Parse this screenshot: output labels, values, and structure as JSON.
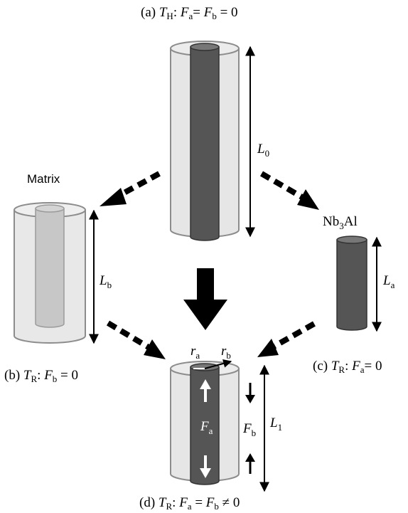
{
  "colors": {
    "matrix_fill": "#e6e6e6",
    "matrix_stroke": "#8c8c8c",
    "filament_fill": "#555555",
    "filament_light": "#c7c7c7",
    "arrow": "#000000",
    "force_arrow_inner": "#ffffff"
  },
  "icons": {
    "dashed_arrow": "dashed-diagonal-arrow-icon",
    "block_arrow": "large-down-arrow-icon",
    "dimension_arrow": "double-headed-arrow-icon"
  },
  "labels": {
    "a": {
      "prefix": "(a) ",
      "T": "T",
      "Tsub": "H",
      "colon": ": ",
      "F1": "F",
      "F1sub": "a",
      "eq1": "= ",
      "F2": "F",
      "F2sub": "b",
      "rest": " = 0"
    },
    "b": {
      "prefix": "(b) ",
      "T": "T",
      "Tsub": "R",
      "colon": ": ",
      "F": "F",
      "Fsub": "b",
      "rest": " = 0"
    },
    "c": {
      "prefix": "(c) ",
      "T": "T",
      "Tsub": "R",
      "colon": ": ",
      "F": "F",
      "Fsub": "a",
      "rest": "= 0"
    },
    "d": {
      "prefix": "(d) ",
      "T": "T",
      "Tsub": "R",
      "colon": ": ",
      "F1": "F",
      "F1sub": "a",
      "eq1": " = ",
      "F2": "F",
      "F2sub": "b",
      "rest": " ≠ 0"
    }
  },
  "materials": {
    "matrix": "Matrix",
    "nb3al": {
      "a": "Nb",
      "sub": "3",
      "b": "Al"
    }
  },
  "dimensions": {
    "L0": {
      "main": "L",
      "sub": "0"
    },
    "Lb": {
      "main": "L",
      "sub": "b"
    },
    "La": {
      "main": "L",
      "sub": "a"
    },
    "L1": {
      "main": "L",
      "sub": "1"
    },
    "ra": {
      "main": "r",
      "sub": "a"
    },
    "rb": {
      "main": "r",
      "sub": "b"
    },
    "Fa": {
      "main": "F",
      "sub": "a"
    },
    "Fb": {
      "main": "F",
      "sub": "b"
    }
  }
}
